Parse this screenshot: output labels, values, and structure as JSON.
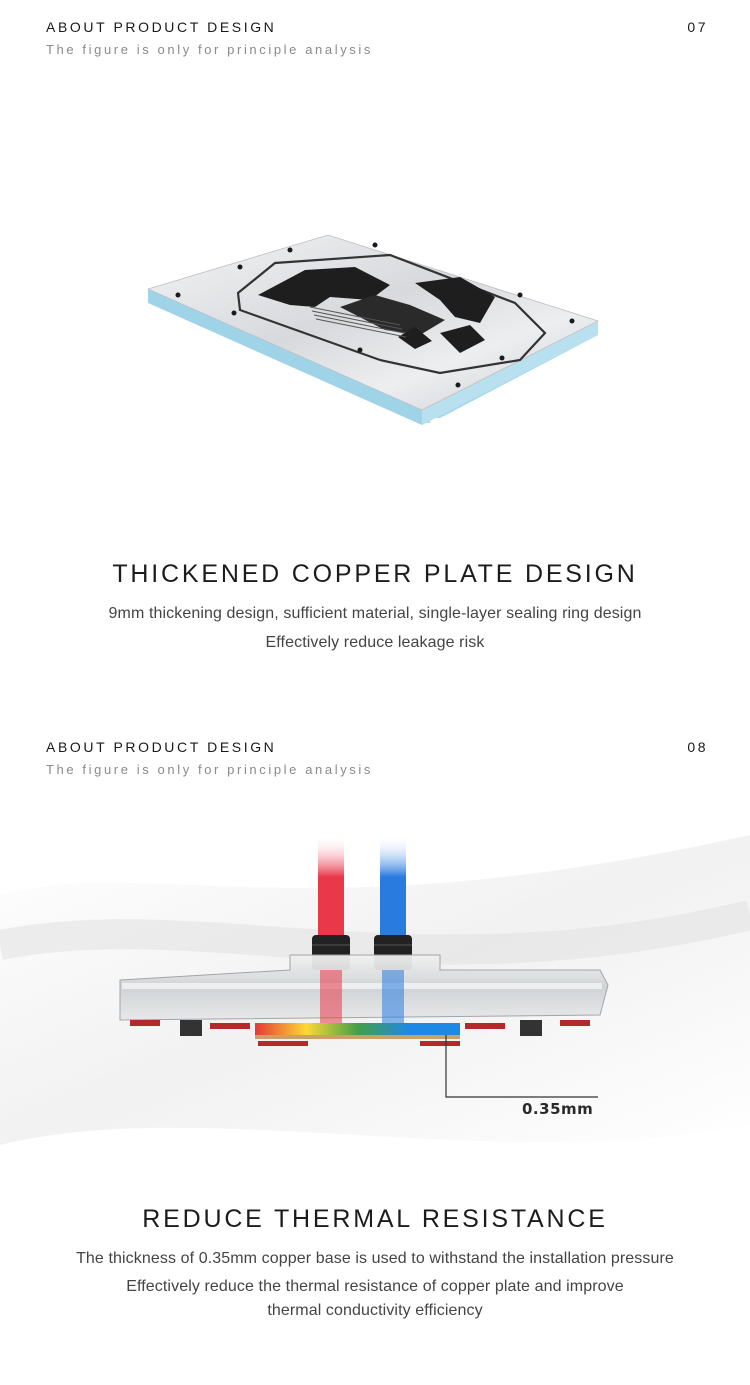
{
  "section1": {
    "header_title": "ABOUT PRODUCT DESIGN",
    "header_subtitle": "The figure is only for principle analysis",
    "page_number": "07",
    "title": "THICKENED COPPER PLATE DESIGN",
    "description": [
      "9mm thickening design, sufficient material, single-layer sealing ring design",
      "Effectively reduce leakage risk"
    ]
  },
  "section2": {
    "header_title": "ABOUT PRODUCT DESIGN",
    "header_subtitle": "The figure is only for principle analysis",
    "page_number": "08",
    "measurement": "0.35mm",
    "title": "REDUCE THERMAL RESISTANCE",
    "description": [
      "The thickness of 0.35mm copper base is used to withstand the installation pressure",
      "Effectively reduce the thermal resistance of copper plate and improve",
      "thermal conductivity efficiency"
    ]
  },
  "colors": {
    "plate_edge": "#a8d8ea",
    "hot_tube": "#e8384a",
    "cold_tube": "#2a7be0",
    "text_dark": "#1c1c1c",
    "text_gray": "#8a8a8a"
  }
}
